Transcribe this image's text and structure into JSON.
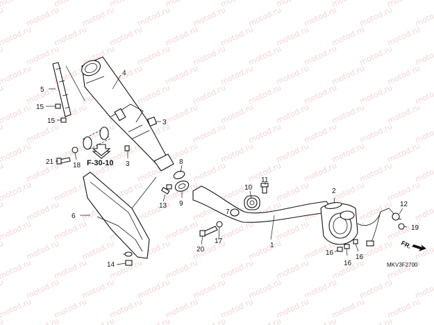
{
  "watermark": {
    "text": "motod.ru"
  },
  "callouts": {
    "c1": "1",
    "c2": "2",
    "c3a": "3",
    "c3b": "3",
    "c4": "4",
    "c5": "5",
    "c6": "6",
    "c7": "7",
    "c8": "8",
    "c9": "9",
    "c10": "10",
    "c11": "11",
    "c12": "12",
    "c13": "13",
    "c14": "14",
    "c15a": "15",
    "c15b": "15",
    "c16a": "16",
    "c16b": "16",
    "c16c": "16",
    "c17": "17",
    "c18": "18",
    "c19": "19",
    "c20": "20",
    "c21": "21"
  },
  "reference": "F-30-10",
  "diagram_code": "MKV3F2700",
  "direction": "FR.",
  "colors": {
    "watermark": "#f1d4d4",
    "line": "#111111"
  }
}
